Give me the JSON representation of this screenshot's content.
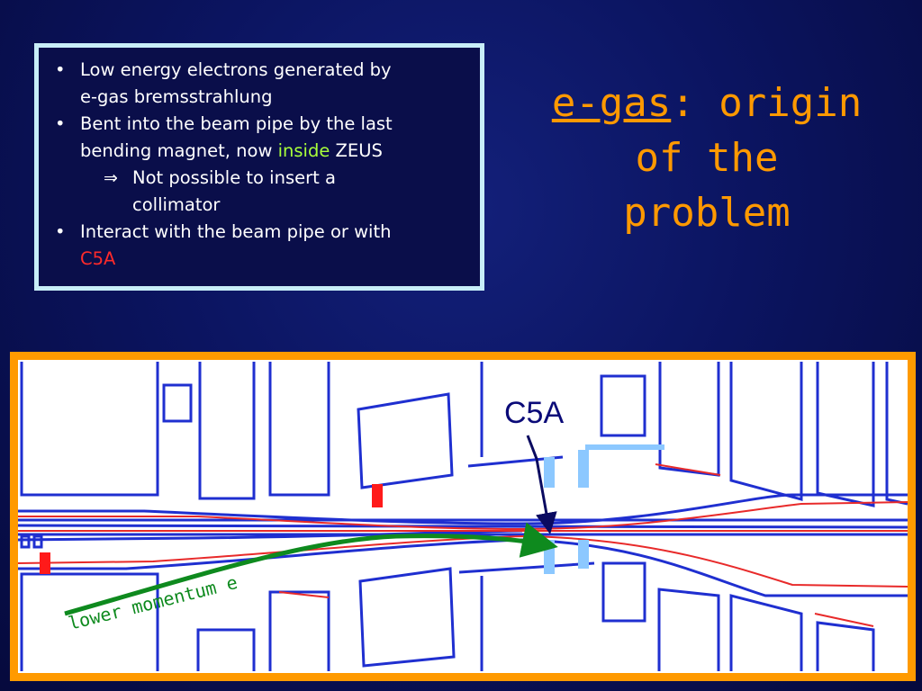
{
  "bullets": {
    "b1_line1": "Low energy electrons generated by",
    "b1_line2": "e-gas bremsstrahlung",
    "b2_line1": "Bent into the beam pipe by the last",
    "b2_line2_pre": "bending magnet, now ",
    "b2_line2_hl": "inside",
    "b2_line2_post": " ZEUS",
    "sub_line1": "Not possible to insert a",
    "sub_line2": "collimator",
    "b3_line1": "Interact with the beam pipe or with",
    "b3_line2": "C5A",
    "bullet_glyph": "•",
    "arrow_glyph": "⇒"
  },
  "title": {
    "underlined": "e-gas",
    "rest1": ": origin",
    "line2": "of the",
    "line3": "problem"
  },
  "diagram": {
    "c5a_label": "C5A",
    "electron_label": "lower momentum e"
  },
  "colors": {
    "title": "#ff9900",
    "highlight_green": "#a8ff3a",
    "highlight_red": "#ff2a2a",
    "beam_blue": "#1f2fd0",
    "beam_red": "#e82a2a",
    "track_green": "#0e8a1e",
    "collimator": "#8cc8ff"
  }
}
